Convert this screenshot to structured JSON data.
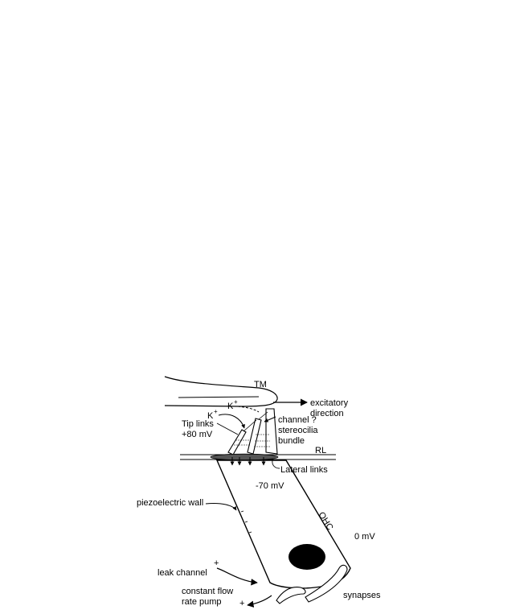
{
  "diagram": {
    "labels": {
      "tm": "TM",
      "excitatory_line1": "excitatory",
      "excitatory_line2": "direction",
      "k_top": "K",
      "k_top_sup": "+",
      "k_left": "K",
      "k_left_sup": "+",
      "channel": "channel ?",
      "tip_links": "Tip links",
      "plus80": "+80 mV",
      "stereocilia_line1": "stereocilia",
      "stereocilia_line2": "bundle",
      "rl": "RL",
      "lateral_links": "Lateral links",
      "minus70": "-70 mV",
      "piezo": "piezoelectric wall",
      "ohc": "OHC",
      "zero": "0 mV",
      "leak_plus": "+",
      "leak": "leak channel",
      "pump_line1": "constant flow",
      "pump_line2": "rate pump",
      "pump_plus": "+",
      "synapses": "synapses"
    },
    "colors": {
      "ink": "#000000",
      "reticular_lamina_fill": "#555555",
      "nucleus_fill": "#000000"
    }
  }
}
